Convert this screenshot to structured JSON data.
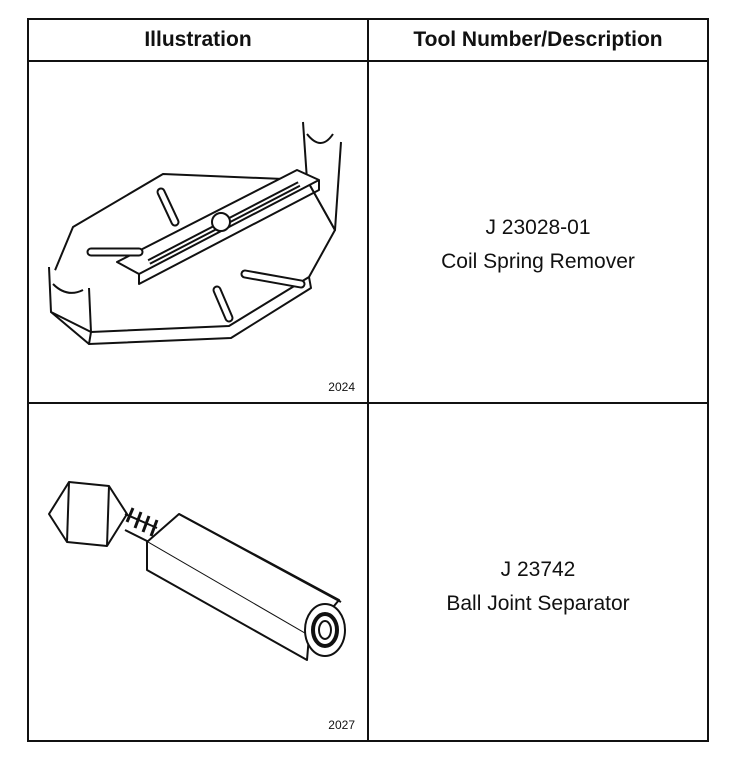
{
  "header": {
    "illustration": "Illustration",
    "tool": "Tool Number/Description"
  },
  "rows": [
    {
      "figure": "2024",
      "tool_number": "J 23028-01",
      "description": "Coil Spring Remover",
      "icon": "coil-spring-remover-icon"
    },
    {
      "figure": "2027",
      "tool_number": "J 23742",
      "description": "Ball Joint Separator",
      "icon": "ball-joint-separator-icon"
    }
  ]
}
